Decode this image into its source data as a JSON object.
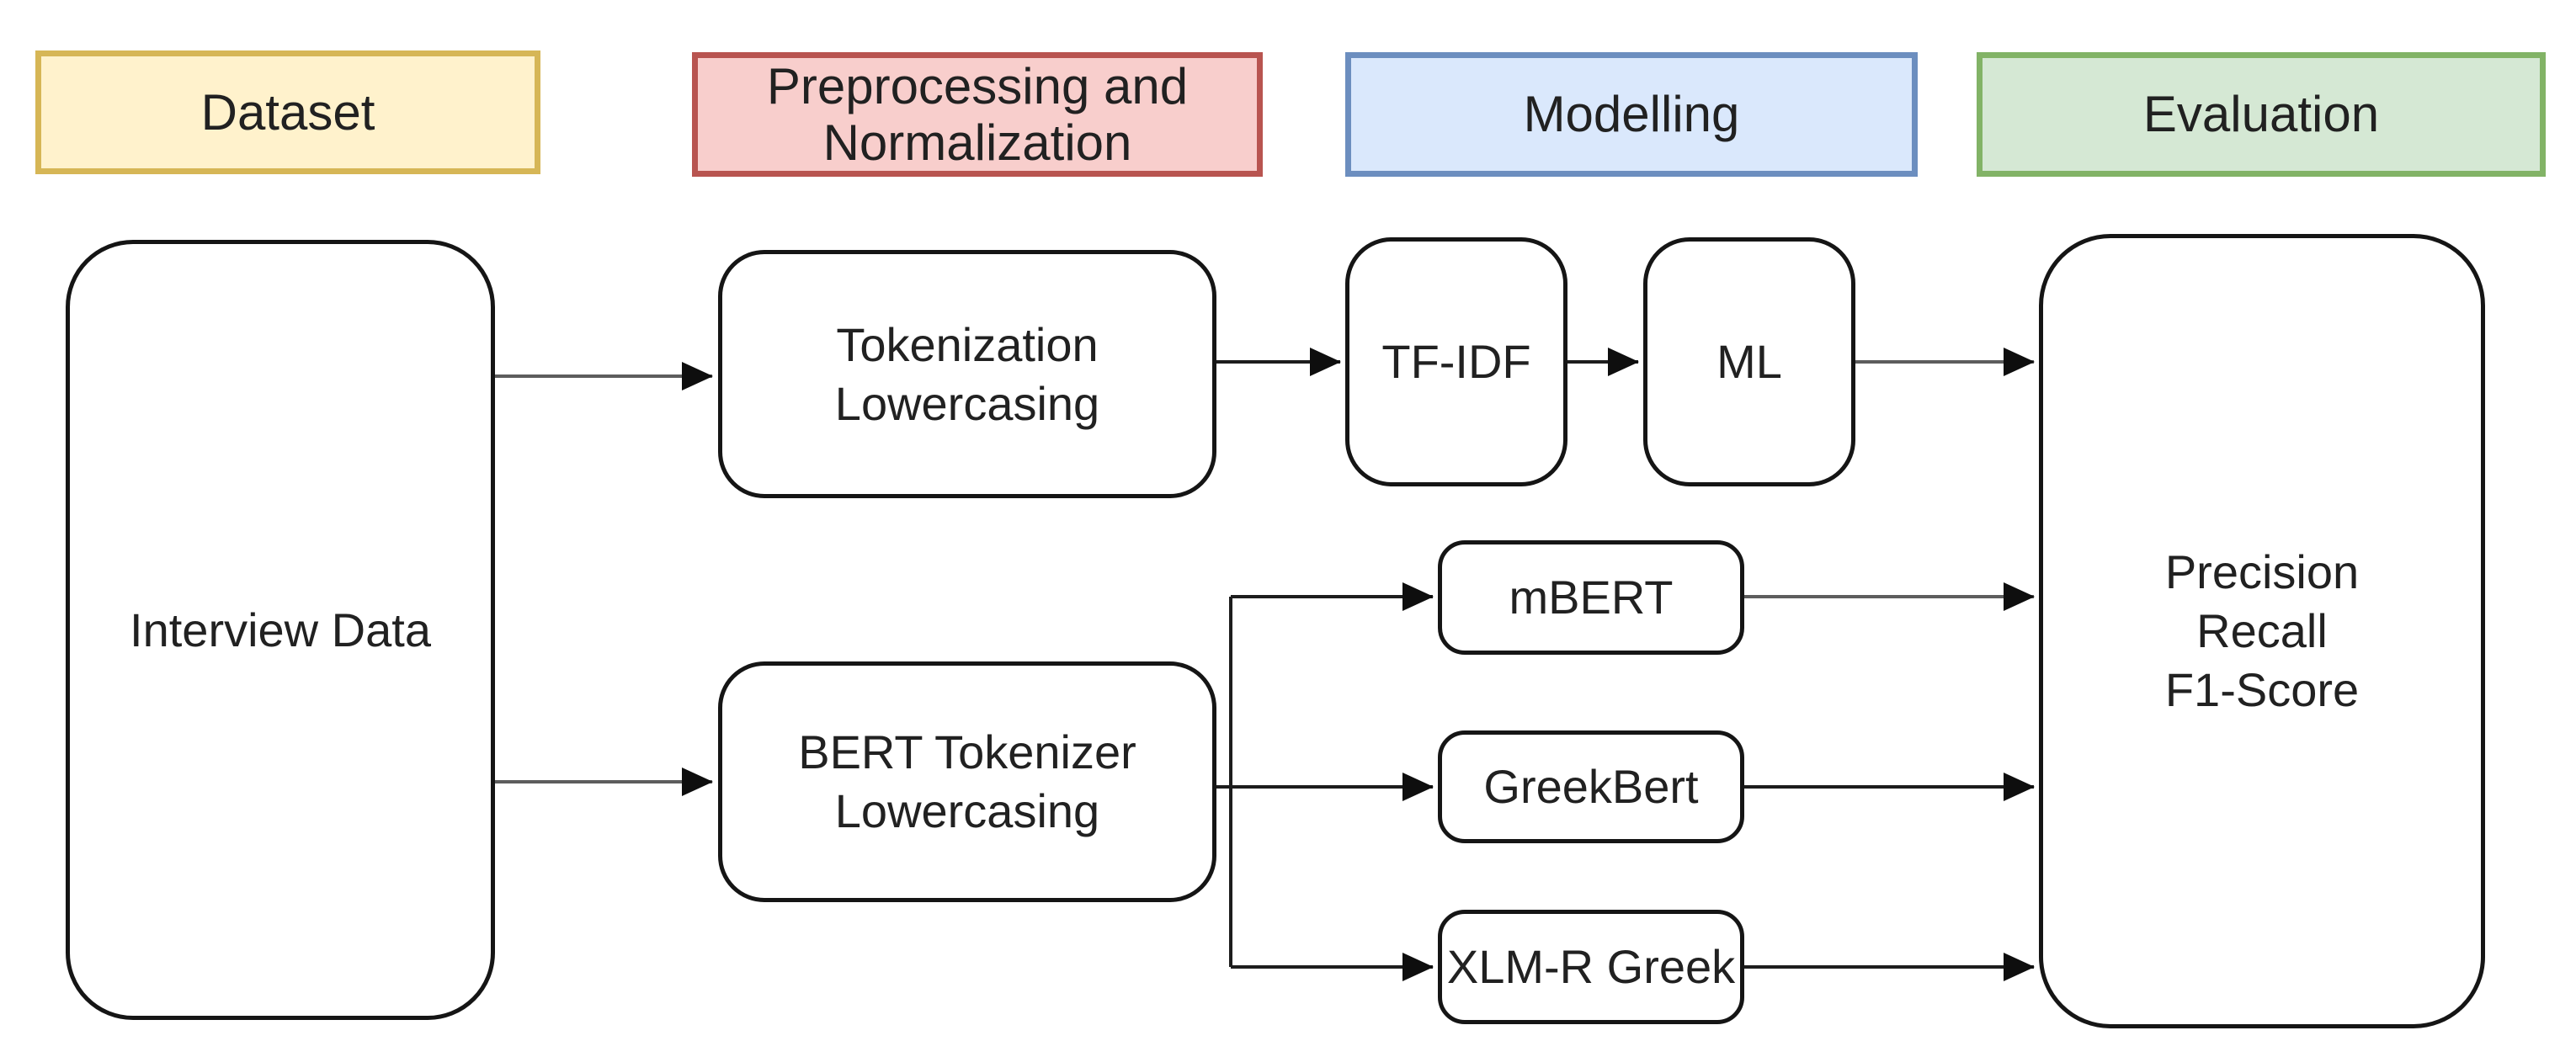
{
  "diagram": {
    "background": "#ffffff",
    "text_color": "#212121",
    "line_color": "#1d1d1d",
    "stages": [
      {
        "id": "dataset",
        "label": "Dataset",
        "fill": "#fff2cc",
        "stroke": "#d6b656"
      },
      {
        "id": "preprocessing",
        "label": "Preprocessing and\nNormalization",
        "fill": "#f8cecc",
        "stroke": "#b85450"
      },
      {
        "id": "modelling",
        "label": "Modelling",
        "fill": "#dae8fc",
        "stroke": "#6c8ebf"
      },
      {
        "id": "evaluation",
        "label": "Evaluation",
        "fill": "#d5e8d4",
        "stroke": "#82b366"
      }
    ],
    "nodes": {
      "interview_data": {
        "label": "Interview Data"
      },
      "tokenization": {
        "label": "Tokenization\nLowercasing"
      },
      "tfidf": {
        "label": "TF-IDF"
      },
      "ml": {
        "label": "ML"
      },
      "mbert": {
        "label": "mBERT"
      },
      "bert_tokenizer": {
        "label": "BERT Tokenizer\nLowercasing"
      },
      "greekbert": {
        "label": "GreekBert"
      },
      "xlmr_greek": {
        "label": "XLM-R Greek"
      },
      "metrics": {
        "label": "Precision\nRecall\nF1-Score"
      }
    },
    "edges": [
      {
        "from": "interview_data",
        "to": "tokenization"
      },
      {
        "from": "interview_data",
        "to": "bert_tokenizer"
      },
      {
        "from": "tokenization",
        "to": "tfidf"
      },
      {
        "from": "tfidf",
        "to": "ml"
      },
      {
        "from": "ml",
        "to": "metrics"
      },
      {
        "from": "bert_tokenizer",
        "to": "mbert"
      },
      {
        "from": "bert_tokenizer",
        "to": "greekbert"
      },
      {
        "from": "bert_tokenizer",
        "to": "xlmr_greek"
      },
      {
        "from": "mbert",
        "to": "metrics"
      },
      {
        "from": "greekbert",
        "to": "metrics"
      },
      {
        "from": "xlmr_greek",
        "to": "metrics"
      }
    ]
  }
}
